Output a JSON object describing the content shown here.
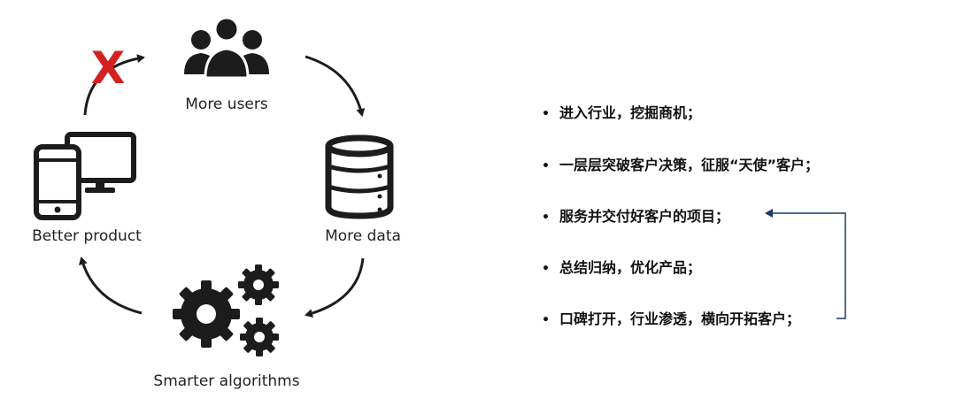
{
  "cycle": {
    "more_users_label": "More users",
    "more_data_label": "More data",
    "smarter_algorithms_label": "Smarter algorithms",
    "better_product_label": "Better product",
    "blocked_mark": "X",
    "icons": [
      "users-icon",
      "database-icon",
      "gears-icon",
      "devices-icon"
    ]
  },
  "bullets": {
    "marker": "•",
    "items": [
      "进入行业，挖掘商机；",
      "一层层突破客户决策，征服“天使”客户；",
      "服务并交付好客户的项目；",
      "总结归纳，优化产品；",
      "口碑打开，行业渗透，横向开拓客户；"
    ]
  },
  "colors": {
    "cross": "#d42020",
    "feedback_arrow": "#1f3a5f",
    "icon": "#1c1c1c"
  }
}
